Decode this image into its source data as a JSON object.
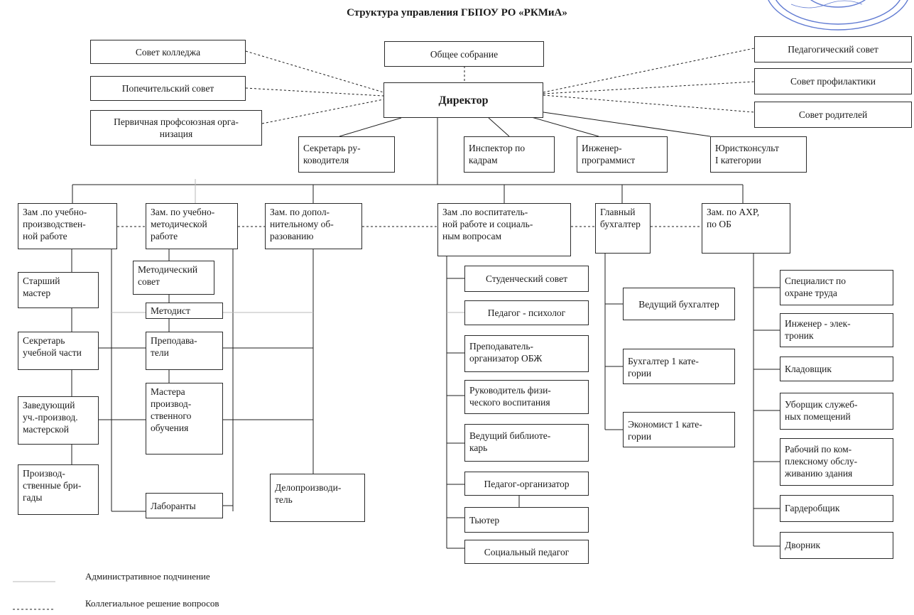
{
  "title": "Структура управления ГБПОУ РО «РКМиА»",
  "nodes": {
    "sovet_kolledzha": "Совет колледжа",
    "obshchee_sobranie": "Общее собрание",
    "popechitelsky_sovet": "Попечительский совет",
    "profsoyuz": "Первичная профсоюзная орга-\nнизация",
    "director": "Директор",
    "ped_sovet": "Педагогический совет",
    "sovet_profilaktiki": "Совет профилактики",
    "sovet_roditeley": "Совет родителей",
    "sekretar_ruk": "Секретарь ру-\nководителя",
    "inspektor_kadry": "Инспектор по\nкадрам",
    "inzhener_programmist": "Инженер-\nпрограммист",
    "yurist": "Юристконсульт\nI категории",
    "zam_upr": "Зам .по учебно-\nпроизводствен-\nной работе",
    "zam_umr": "Зам. по учебно-\nметодической\nработе",
    "zam_dop": "Зам. по допол-\nнительному об-\nразованию",
    "zam_vosp": "Зам .по воспитатель-\nной работе и социаль-\nным вопросам",
    "glav_buh": "Главный\nбухгалтер",
    "zam_ahr": "Зам. по АХР,\nпо ОБ",
    "starshiy_master": "Старший\nмастер",
    "sekretar_uch": "Секретарь\nучебной части",
    "zav_masterskoy": "Заведующий\nуч.-производ.\nмастерской",
    "brigady": "Производ-\nственные бри-\nгады",
    "metod_sovet": "Методический\nсовет",
    "metodist": "Методист",
    "prepodavateli": "Преподава-\nтели",
    "mastera": "Мастера\nпроизвод-\nственного\nобучения",
    "laboranty": "Лаборанты",
    "deloproizvoditel": "Делопроизводи-\nтель",
    "stud_sovet": "Студенческий совет",
    "psiholog": "Педагог - психолог",
    "prep_obzh": "Преподаватель-\nорганизатор ОБЖ",
    "ruk_fizvosp": "Руководитель физи-\nческого воспитания",
    "bibliotekar": "Ведущий   библиоте-\nкарь",
    "ped_organizator": "Педагог-организатор",
    "tyutor": "Тьютер",
    "soc_pedagog": "Социальный педагог",
    "ved_buh": "Ведущий бухгалтер",
    "buh1": "Бухгалтер 1 кате-\nгории",
    "ekonomist": "Экономист 1 кате-\nгории",
    "spec_ohrana": "Специалист по\nохране труда",
    "inzh_elektronik": "Инженер - элек-\nтроник",
    "kladovshchik": "Кладовщик",
    "uborshchik": "Уборщик   служеб-\nных помещений",
    "rabochiy": "Рабочий   по   ком-\nплексному   обслу-\nживанию здания",
    "garderobshchik": "Гардеробщик",
    "dvornik": "Дворник"
  },
  "legend": {
    "admin": "Административное подчинение",
    "collegial": "Коллегиальное решение вопросов"
  },
  "colors": {
    "line": "#1e1e1e",
    "light_line": "#b9b9b9",
    "stamp": "#3a5bc7"
  }
}
